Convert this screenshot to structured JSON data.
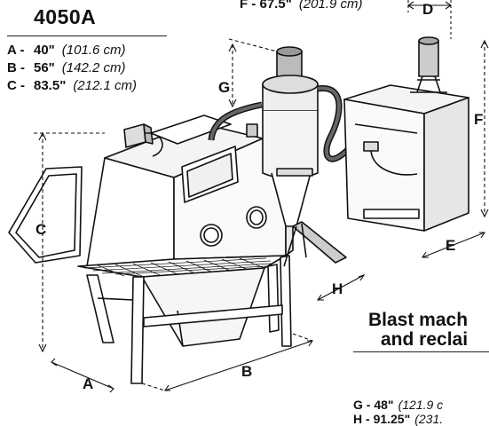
{
  "model": "4050A",
  "top_specs": [
    {
      "key": "A -",
      "value": "40\"",
      "metric": "(101.6 cm)"
    },
    {
      "key": "B -",
      "value": "56\"",
      "metric": "(142.2 cm)"
    },
    {
      "key": "C -",
      "value": "83.5\"",
      "metric": "(212.1 cm)"
    }
  ],
  "spec_f": {
    "key": "F -",
    "value": "67.5\"",
    "metric": "(201.9 cm)"
  },
  "blast_title": [
    "Blast mach",
    "and reclai"
  ],
  "bottom_specs": [
    {
      "key": "G -",
      "value": "48\"",
      "metric": "(121.9 c"
    },
    {
      "key": "H -",
      "value": "91.25\"",
      "metric": "(231."
    }
  ],
  "dimension_letters": {
    "a": "A",
    "b": "B",
    "c": "C",
    "d": "D",
    "e": "E",
    "f": "F",
    "g": "G",
    "h": "H"
  }
}
